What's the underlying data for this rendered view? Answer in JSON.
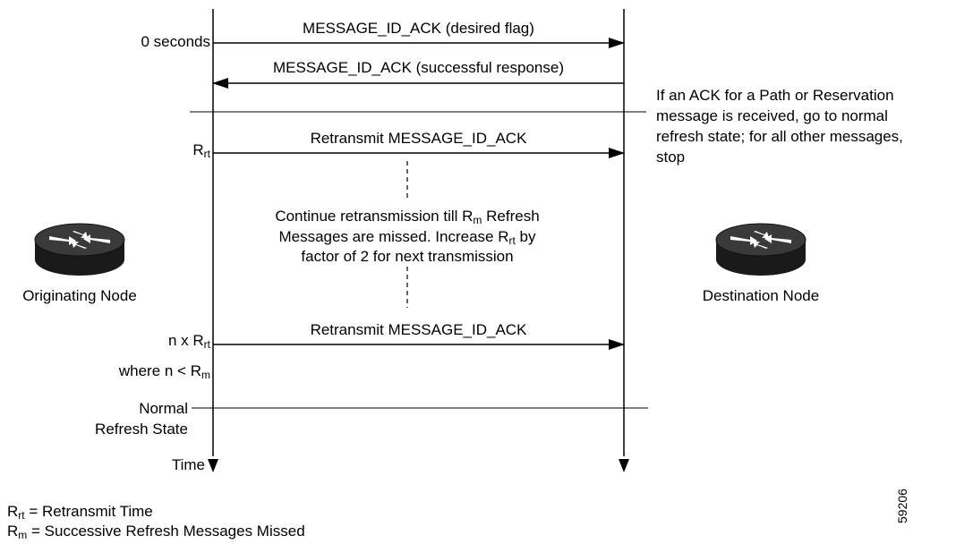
{
  "messages": {
    "desired_flag": "MESSAGE_ID_ACK (desired flag)",
    "successful_response": "MESSAGE_ID_ACK (successful response)",
    "retransmit_1": "Retransmit MESSAGE_ID_ACK",
    "retransmit_2": "Retransmit MESSAGE_ID_ACK"
  },
  "time_labels": {
    "zero": "0 seconds",
    "rrt_R": "R",
    "rrt_sub": "rt",
    "nx_prefix": "n x R",
    "nx_sub": "rt",
    "where_prefix": "where n < R",
    "where_sub": "m",
    "normal_line1": "Normal",
    "normal_line2": "Refresh State",
    "time": "Time"
  },
  "note_right": {
    "line1": "If an ACK for a Path or Reservation",
    "line2": "message is received, go to normal",
    "line3": "refresh state; for all other messages,",
    "line4": "stop"
  },
  "continue_note": {
    "l1_a": "Continue retransmission till R",
    "l1_sub": "m",
    "l1_b": " Refresh",
    "l2_a": "Messages are missed. Increase R",
    "l2_sub": "rt",
    "l2_b": " by",
    "l3": "factor of 2 for next transmission"
  },
  "nodes": {
    "originating": "Originating Node",
    "destination": "Destination Node"
  },
  "legend": {
    "rrt_R": "R",
    "rrt_sub": "rt",
    "rrt_def": " = Retransmit Time",
    "rm_R": "R",
    "rm_sub": "m",
    "rm_def": " = Successive Refresh Messages Missed"
  },
  "figure_id": "59206",
  "colors": {
    "ink": "#000000",
    "router_dark": "#1a1a1a",
    "router_top": "#3a3a3a",
    "arrow_white": "#ffffff"
  }
}
